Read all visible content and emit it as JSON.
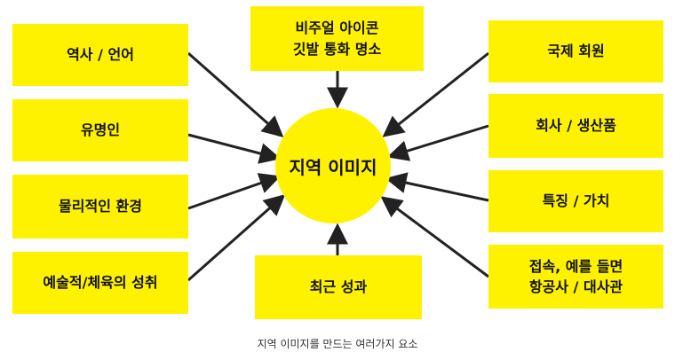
{
  "center": {
    "label": "지역 이미지"
  },
  "boxes": {
    "history_language": "역사 / 언어",
    "celebrities": "유명인",
    "physical_environment": "물리적인 환경",
    "arts_sports": "예술적/체육의 성취",
    "visual_icons": "비주얼 아이콘\n깃발 통화 명소",
    "recent_achievements": "최근 성과",
    "international_membership": "국제 회원",
    "companies_products": "회사 / 생산품",
    "features_values": "특징 / 가치",
    "contacts": "접속, 예를 들면\n항공사 / 대사관"
  },
  "caption": "지역 이미지를 만드는 여러가지 요소",
  "colors": {
    "box": "#fff200",
    "arrow": "#222222",
    "text": "#111111"
  }
}
